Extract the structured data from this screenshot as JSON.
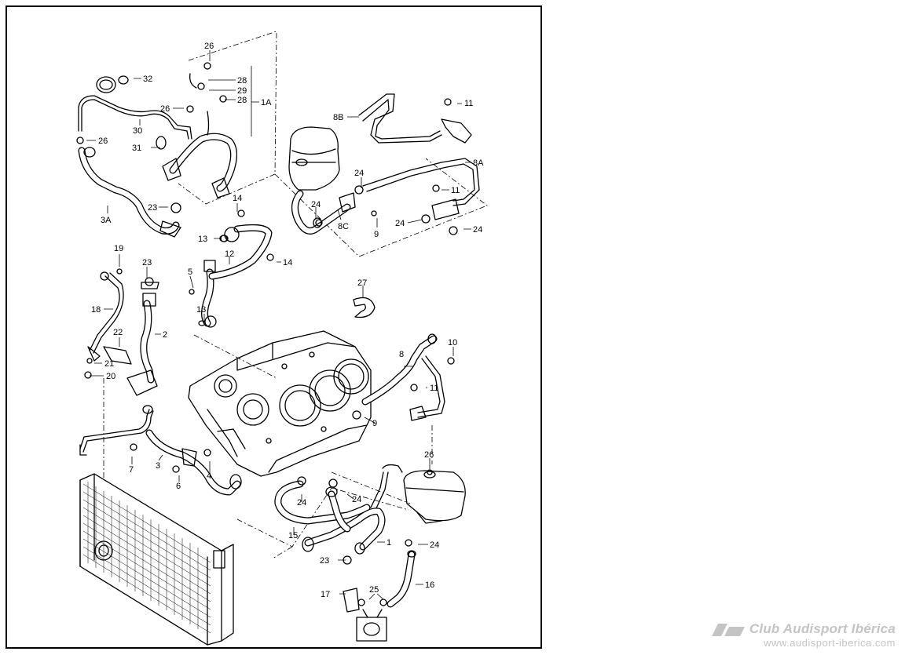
{
  "callouts": [
    {
      "id": "26a",
      "text": "26"
    },
    {
      "id": "32",
      "text": "32"
    },
    {
      "id": "28a",
      "text": "28"
    },
    {
      "id": "29",
      "text": "29"
    },
    {
      "id": "28b",
      "text": "28"
    },
    {
      "id": "1A",
      "text": "1A"
    },
    {
      "id": "26b",
      "text": "26"
    },
    {
      "id": "30",
      "text": "30"
    },
    {
      "id": "26c",
      "text": "26"
    },
    {
      "id": "31",
      "text": "31"
    },
    {
      "id": "3A",
      "text": "3A"
    },
    {
      "id": "23a",
      "text": "23"
    },
    {
      "id": "14a",
      "text": "14"
    },
    {
      "id": "13a",
      "text": "13"
    },
    {
      "id": "12",
      "text": "12"
    },
    {
      "id": "14b",
      "text": "14"
    },
    {
      "id": "19",
      "text": "19"
    },
    {
      "id": "23b",
      "text": "23"
    },
    {
      "id": "5",
      "text": "5"
    },
    {
      "id": "18",
      "text": "18"
    },
    {
      "id": "13b",
      "text": "13"
    },
    {
      "id": "2",
      "text": "2"
    },
    {
      "id": "22",
      "text": "22"
    },
    {
      "id": "21",
      "text": "21"
    },
    {
      "id": "20",
      "text": "20"
    },
    {
      "id": "27",
      "text": "27"
    },
    {
      "id": "8B",
      "text": "8B"
    },
    {
      "id": "11a",
      "text": "11"
    },
    {
      "id": "8A",
      "text": "8A"
    },
    {
      "id": "24a",
      "text": "24"
    },
    {
      "id": "11b",
      "text": "11"
    },
    {
      "id": "24b",
      "text": "24"
    },
    {
      "id": "8C",
      "text": "8C"
    },
    {
      "id": "9a",
      "text": "9"
    },
    {
      "id": "24c",
      "text": "24"
    },
    {
      "id": "24d",
      "text": "24"
    },
    {
      "id": "10",
      "text": "10"
    },
    {
      "id": "8",
      "text": "8"
    },
    {
      "id": "11c",
      "text": "11"
    },
    {
      "id": "9b",
      "text": "9"
    },
    {
      "id": "7",
      "text": "7"
    },
    {
      "id": "3",
      "text": "3"
    },
    {
      "id": "4",
      "text": "4"
    },
    {
      "id": "6",
      "text": "6"
    },
    {
      "id": "26d",
      "text": "26"
    },
    {
      "id": "24e",
      "text": "24"
    },
    {
      "id": "24f",
      "text": "24"
    },
    {
      "id": "15",
      "text": "15"
    },
    {
      "id": "1",
      "text": "1"
    },
    {
      "id": "24g",
      "text": "24"
    },
    {
      "id": "23c",
      "text": "23"
    },
    {
      "id": "16",
      "text": "16"
    },
    {
      "id": "17",
      "text": "17"
    },
    {
      "id": "25",
      "text": "25"
    }
  ],
  "watermark": {
    "title": "Club Audisport Ibérica",
    "url": "www.audisport-iberica.com"
  }
}
